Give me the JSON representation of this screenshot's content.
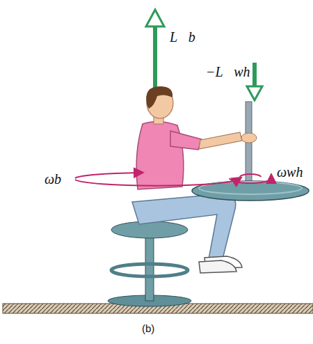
{
  "diagram": {
    "labels": [
      "L⃗b",
      "−L⃗wh",
      "ωb",
      "ωwh",
      "(b)"
    ]
  }
}
